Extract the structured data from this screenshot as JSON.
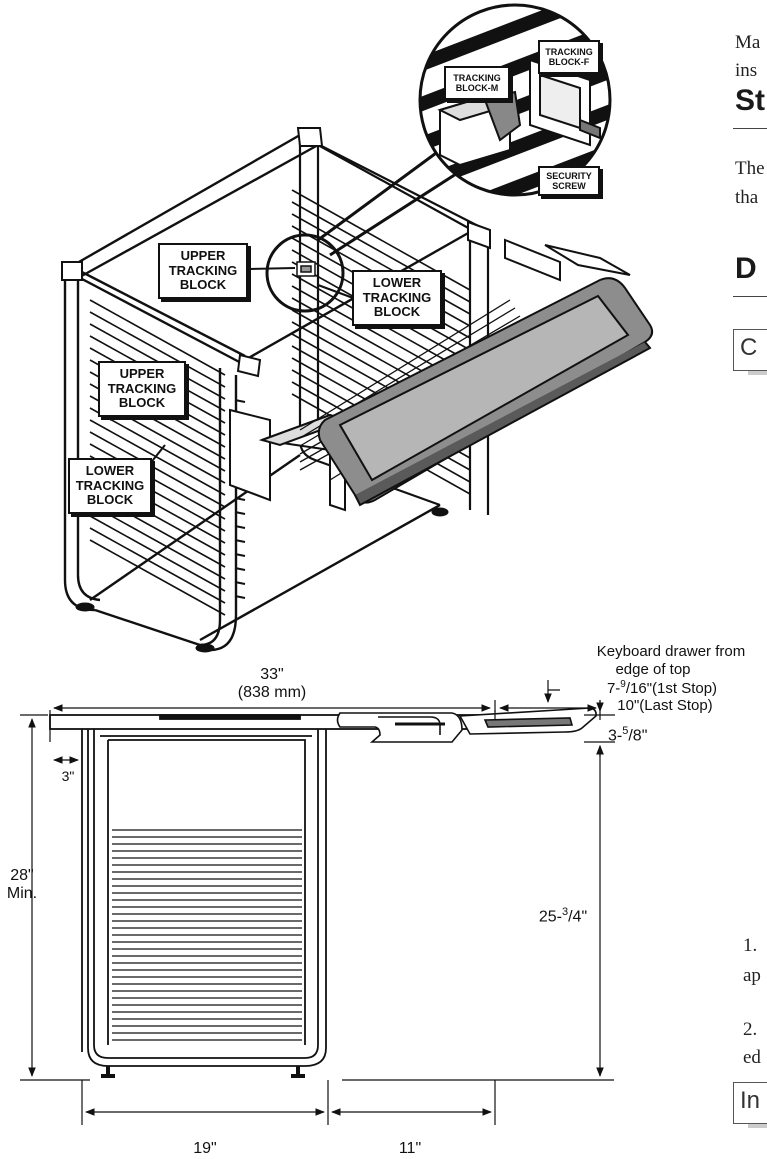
{
  "right_column": {
    "line1_fragment": "Ma",
    "line2_fragment": "ins",
    "heading1_fragment": "St",
    "line3_fragment": "The",
    "line4_fragment": "tha",
    "heading2_fragment": "D",
    "box1_fragment": "C",
    "step1_number": "1.",
    "step1_fragment": "ap",
    "step2_number": "2.",
    "step2_fragment": "ed",
    "box2_fragment": "In"
  },
  "isometric_callouts": {
    "tracking_block_f": [
      "TRACKING",
      "BLOCK-F"
    ],
    "tracking_block_m": [
      "TRACKING",
      "BLOCK-M"
    ],
    "security_screw": [
      "SECURITY",
      "SCREW"
    ],
    "upper_tracking_block_top": [
      "UPPER",
      "TRACKING",
      "BLOCK"
    ],
    "lower_tracking_block_right": [
      "LOWER",
      "TRACKING",
      "BLOCK"
    ],
    "upper_tracking_block_left": [
      "UPPER",
      "TRACKING",
      "BLOCK"
    ],
    "lower_tracking_block_left": [
      "LOWER",
      "TRACKING",
      "BLOCK"
    ]
  },
  "dimensions": {
    "keyboard_note": "Keyboard drawer from",
    "keyboard_note2": "edge of top",
    "first_stop_pre": "7-",
    "first_stop_sup": "9",
    "first_stop_post": "/16\"(1st Stop)",
    "last_stop": "10\"(Last Stop)",
    "width_in": "33\"",
    "width_mm": "(838 mm)",
    "left_offset": "3\"",
    "height_in": "28\"",
    "height_min": "Min.",
    "drawer_height_pre": "3-",
    "drawer_height_sup": "5",
    "drawer_height_post": "/8\"",
    "clearance_pre": "25-",
    "clearance_sup": "3",
    "clearance_post": "/4\"",
    "base_width": "19\"",
    "side_width": "11\""
  }
}
